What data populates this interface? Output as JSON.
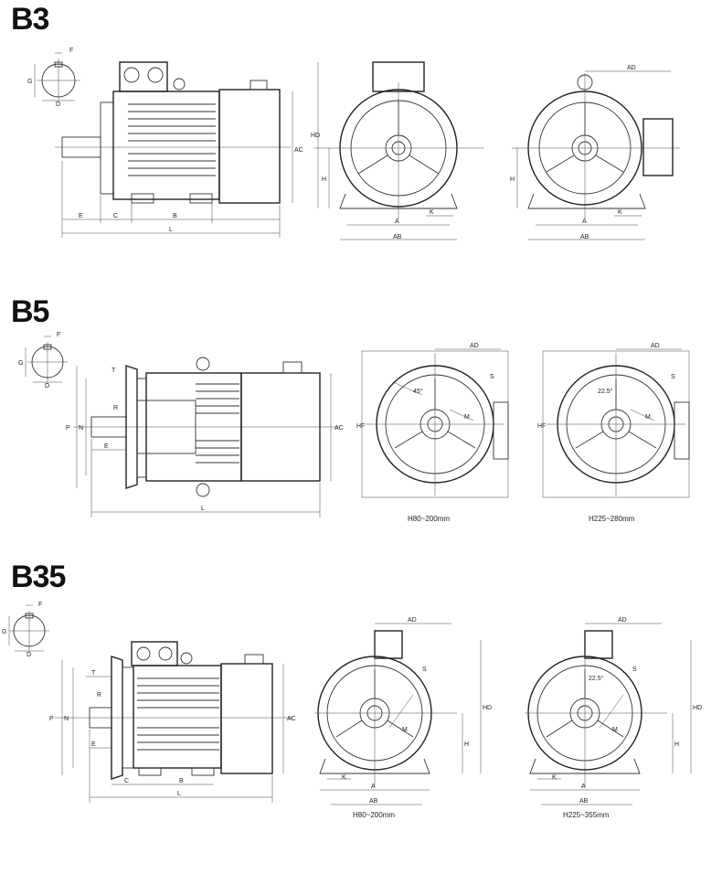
{
  "sections": {
    "b3": {
      "title": "B3",
      "key_labels": {
        "f": "F",
        "g": "G",
        "d": "D"
      },
      "side_labels": {
        "e": "E",
        "c": "C",
        "b": "B",
        "l": "L",
        "ac": "AC"
      },
      "front_labels": {
        "hd": "HD",
        "h": "H",
        "a": "A",
        "ab": "AB",
        "k": "K"
      },
      "front2_labels": {
        "ad": "AD",
        "h": "H",
        "a": "A",
        "ab": "AB",
        "k": "K"
      }
    },
    "b5": {
      "title": "B5",
      "key_labels": {
        "f": "F",
        "g": "G",
        "d": "D"
      },
      "side_labels": {
        "t": "T",
        "r": "R",
        "p": "P",
        "n": "N",
        "e": "E",
        "l": "L",
        "ac": "AC"
      },
      "front1_labels": {
        "ad": "AD",
        "s": "S",
        "m": "M",
        "hf": "HF",
        "angle": "45°"
      },
      "front2_labels": {
        "ad": "AD",
        "s": "S",
        "m": "M",
        "hf": "HF",
        "angle": "22.5°"
      },
      "caption1": "H80~200mm",
      "caption2": "H225~280mm"
    },
    "b35": {
      "title": "B35",
      "key_labels": {
        "f": "F",
        "g": "G",
        "d": "D"
      },
      "side_labels": {
        "t": "T",
        "r": "R",
        "p": "P",
        "n": "N",
        "e": "E",
        "c": "C",
        "b": "B",
        "l": "L",
        "ac": "AC"
      },
      "front1_labels": {
        "ad": "AD",
        "s": "S",
        "m": "M",
        "hd": "HD",
        "h": "H",
        "k": "K",
        "a": "A",
        "ab": "AB"
      },
      "front2_labels": {
        "ad": "AD",
        "s": "S",
        "m": "M",
        "hd": "HD",
        "h": "H",
        "k": "K",
        "a": "A",
        "ab": "AB",
        "angle": "22.5°"
      },
      "caption1": "H80~200mm",
      "caption2": "H225~355mm"
    }
  }
}
